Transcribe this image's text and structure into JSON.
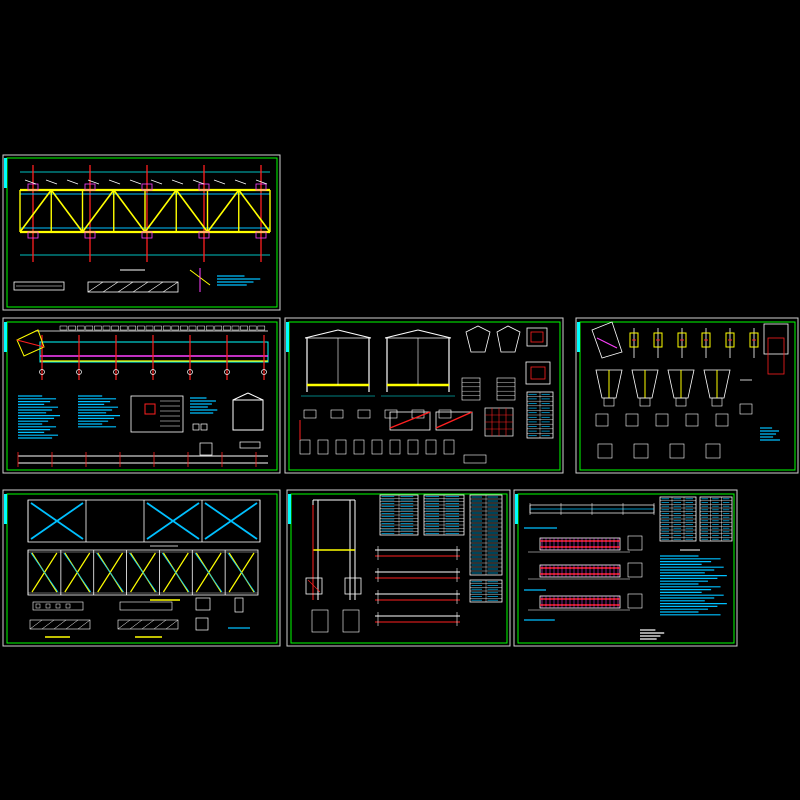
{
  "drawing": {
    "background": "#000000",
    "colors": {
      "frame": "#d8d8d8",
      "border": "#00ff00",
      "structure": "#00ffff",
      "axis": "#ff2020",
      "member": "#ffff00",
      "fill": "#00c0ff",
      "accent": "#ff40ff",
      "white": "#ffffff"
    },
    "sheets": [
      {
        "id": "truss-elevation",
        "kind": "truss"
      },
      {
        "id": "gallery-plan",
        "kind": "plan"
      },
      {
        "id": "portal-frame",
        "kind": "portal"
      },
      {
        "id": "node-details",
        "kind": "details"
      },
      {
        "id": "bracing-plan",
        "kind": "bracing"
      },
      {
        "id": "column-beam-tables",
        "kind": "tables"
      },
      {
        "id": "beam-reinforcement",
        "kind": "beams"
      }
    ]
  }
}
